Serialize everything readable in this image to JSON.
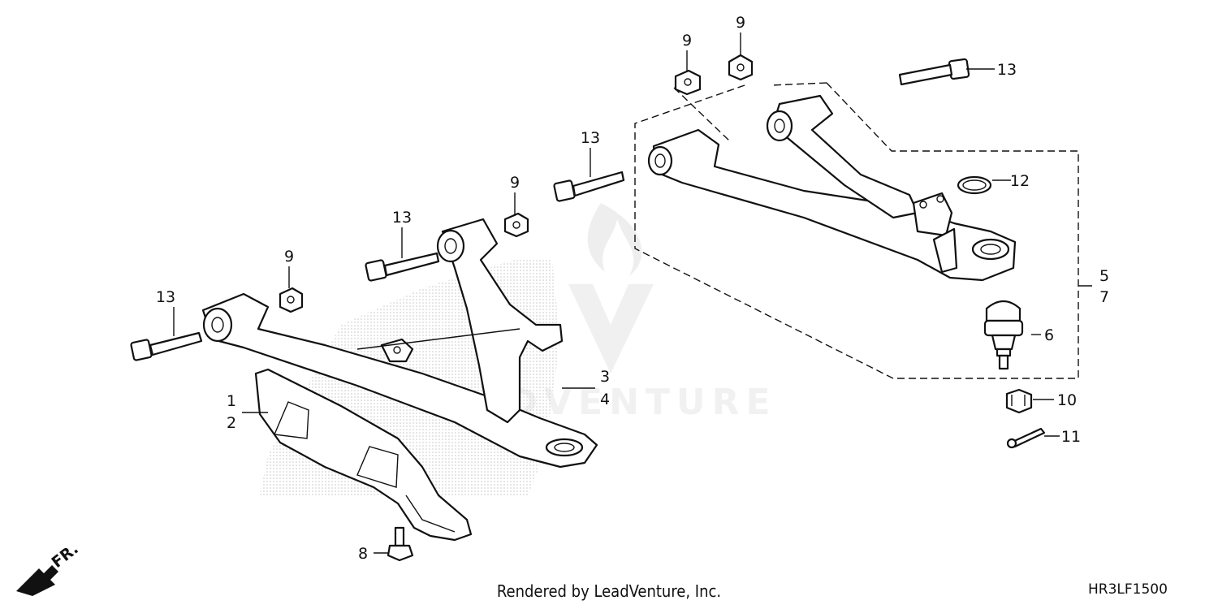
{
  "callouts": {
    "c1": "1",
    "c2": "2",
    "c3": "3",
    "c4": "4",
    "c5": "5",
    "c6": "6",
    "c7": "7",
    "c8": "8",
    "c9a": "9",
    "c9b": "9",
    "c9c": "9",
    "c9d": "9",
    "c10": "10",
    "c11": "11",
    "c12": "12",
    "c13a": "13",
    "c13b": "13",
    "c13c": "13",
    "c13d": "13"
  },
  "footer": {
    "credit": "Rendered by LeadVenture, Inc.",
    "diagram_code": "HR3LF1500"
  },
  "front_marker": "FR.",
  "colors": {
    "line": "#111111",
    "stipple": "#b8b8b8",
    "watermark": "#dcdcdc"
  }
}
